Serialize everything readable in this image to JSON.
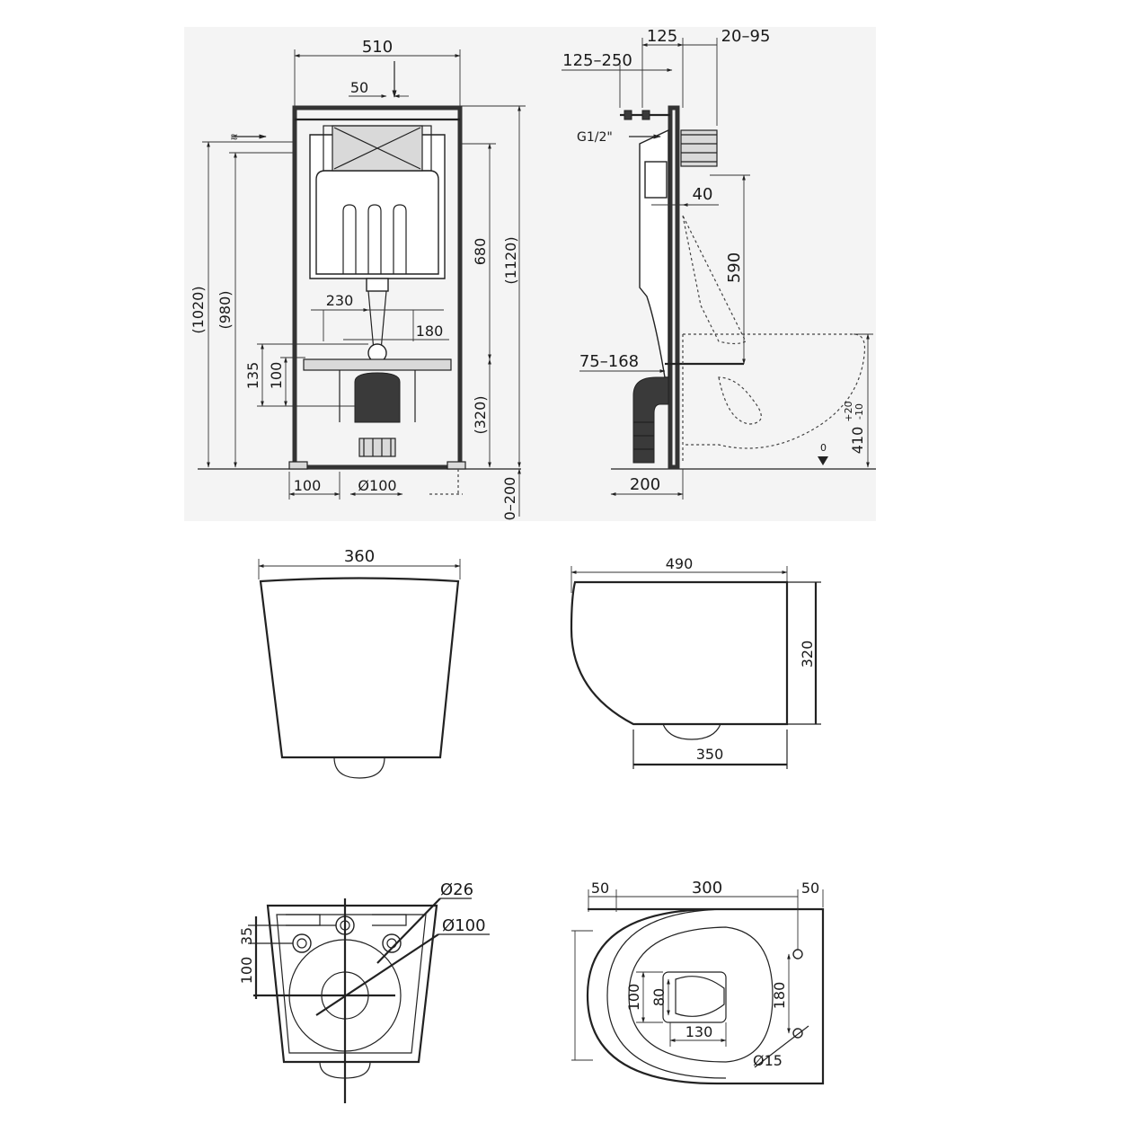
{
  "frame_front": {
    "width": "510",
    "offset_top": "50",
    "height_total": "(1120)",
    "height_680": "680",
    "height_1020": "(1020)",
    "height_980": "(980)",
    "dim_230": "230",
    "dim_180": "180",
    "dim_135": "135",
    "dim_100_v": "100",
    "dim_320": "(320)",
    "dim_100_h": "100",
    "dim_d100": "Ø100",
    "dim_0_200": "0–200"
  },
  "frame_side": {
    "dim_125": "125",
    "dim_20_95": "20–95",
    "dim_125_250": "125–250",
    "inlet": "G1/2\"",
    "dim_40": "40",
    "dim_590": "590",
    "dim_75_168": "75–168",
    "dim_200": "200",
    "height_410": "410",
    "tol_plus": "+20",
    "tol_minus": "-10",
    "zero_level": "0"
  },
  "bowl_front": {
    "width": "360"
  },
  "bowl_side": {
    "length": "490",
    "height": "320",
    "depth": "350"
  },
  "bowl_rear": {
    "d26": "Ø26",
    "d100": "Ø100",
    "dim_35": "35",
    "dim_100": "100"
  },
  "bowl_top": {
    "dim_50_left": "50",
    "dim_300": "300",
    "dim_50_right": "50",
    "dim_100": "100",
    "dim_80": "80",
    "dim_130": "130",
    "dim_180": "180",
    "d15": "Ø15"
  }
}
